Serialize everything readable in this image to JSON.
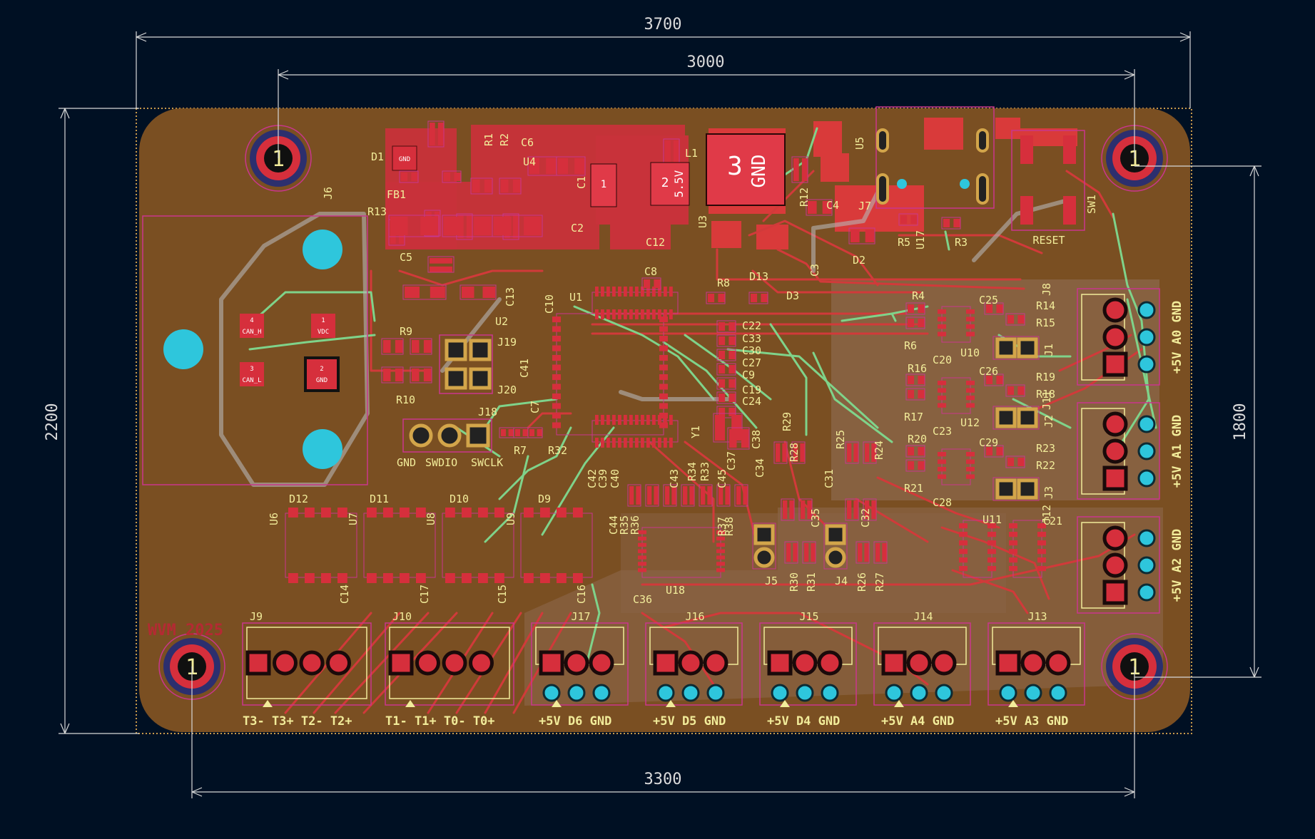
{
  "dimensions": {
    "width_outer": "3700",
    "width_holes": "3000",
    "width_bottom": "3300",
    "height_board": "2200",
    "height_holes": "1800"
  },
  "mounting_holes": {
    "number": "1"
  },
  "brand_text": "WVM 2025",
  "power_block": {
    "d1_pad": "GND",
    "l1_pad_big_num": "3",
    "l1_pad_big_label": "GND",
    "u4_pad_num": "2",
    "u4_pad_label": "5.5V",
    "u4_pad1": "1"
  },
  "connectors": {
    "can": {
      "pins": [
        {
          "num": "4",
          "name": "CAN_H"
        },
        {
          "num": "1",
          "name": "VDC"
        },
        {
          "num": "3",
          "name": "CAN_L"
        },
        {
          "num": "2",
          "name": "GND"
        }
      ]
    },
    "swd_labels": [
      "GND",
      "SWDIO",
      "SWCLK"
    ],
    "reset_label": "RESET",
    "bottom": [
      {
        "ref": "J9",
        "label": "T3- T3+ T2- T2+"
      },
      {
        "ref": "J10",
        "label": "T1- T1+ T0- T0+"
      },
      {
        "ref": "J17",
        "label": "+5V D6 GND"
      },
      {
        "ref": "J16",
        "label": "+5V D5 GND"
      },
      {
        "ref": "J15",
        "label": "+5V D4 GND"
      },
      {
        "ref": "J14",
        "label": "+5V A4 GND"
      },
      {
        "ref": "J13",
        "label": "+5V A3 GND"
      }
    ],
    "right": [
      {
        "ref": "J8",
        "label": "+5V A0 GND"
      },
      {
        "ref": "J11",
        "label": "+5V A1 GND"
      },
      {
        "ref": "J12",
        "label": "+5V A2 GND"
      }
    ]
  },
  "designators": [
    "D1",
    "FB1",
    "R13",
    "J6",
    "C5",
    "R9",
    "R10",
    "J19",
    "J20",
    "J18",
    "R7",
    "R32",
    "C41",
    "C13",
    "U2",
    "U1",
    "C10",
    "C7",
    "C8",
    "R8",
    "D13",
    "D3",
    "C22",
    "C33",
    "C30",
    "C27",
    "C9",
    "C19",
    "C24",
    "C6",
    "U4",
    "R1",
    "R2",
    "L1",
    "C1",
    "C2",
    "C12",
    "U3",
    "R12",
    "U5",
    "C4",
    "J7",
    "D2",
    "R5",
    "U17",
    "R3",
    "C3",
    "SW1",
    "R4",
    "C25",
    "R14",
    "R15",
    "R6",
    "C20",
    "U10",
    "J1",
    "R16",
    "C26",
    "R19",
    "R18",
    "R17",
    "C23",
    "U12",
    "J2",
    "R20",
    "C29",
    "R23",
    "R22",
    "R21",
    "C28",
    "J3",
    "C21",
    "U11",
    "R29",
    "R28",
    "R25",
    "R24",
    "C31",
    "C32",
    "C35",
    "J5",
    "J4",
    "R26",
    "R27",
    "R30",
    "R31",
    "C34",
    "C37",
    "C38",
    "Y1",
    "C36",
    "U18",
    "C42",
    "C39",
    "C40",
    "C43",
    "C44",
    "C45",
    "R33",
    "R34",
    "R35",
    "R36",
    "R37",
    "R38",
    "U6",
    "U7",
    "U8",
    "U9",
    "C14",
    "C17",
    "C15",
    "C16",
    "D12",
    "D11",
    "D10",
    "D9"
  ]
}
